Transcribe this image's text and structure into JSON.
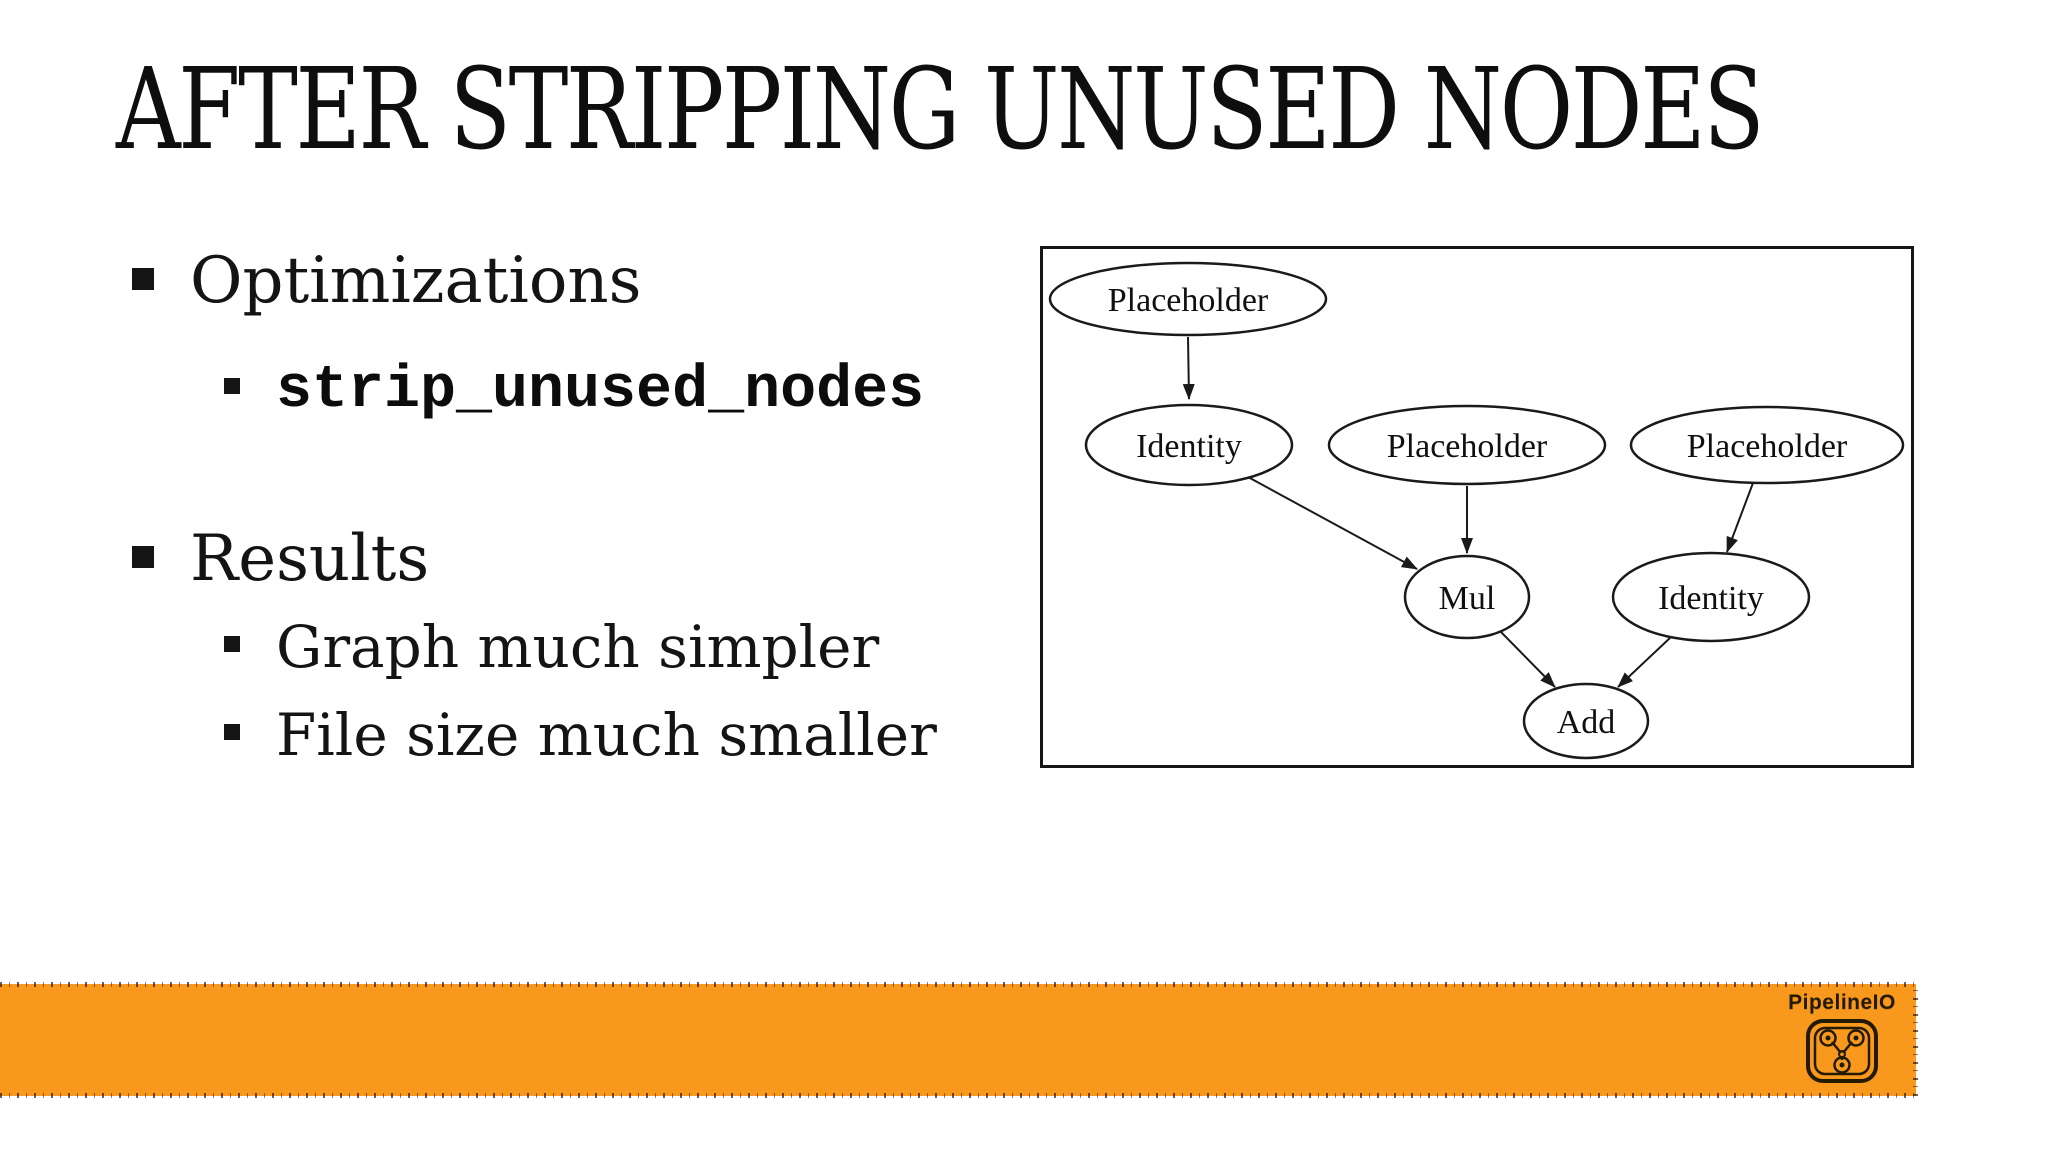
{
  "slide": {
    "title": "AFTER STRIPPING UNUSED NODES",
    "bullets": [
      {
        "level": 1,
        "style": "normal",
        "text": "Optimizations"
      },
      {
        "level": 2,
        "style": "code",
        "text": "strip_unused_nodes"
      },
      {
        "level": 1,
        "style": "normal",
        "text": "Results"
      },
      {
        "level": 2,
        "style": "normal",
        "text": "Graph much simpler"
      },
      {
        "level": 2,
        "style": "normal",
        "text": "File size much smaller"
      }
    ]
  },
  "diagram": {
    "nodes": [
      {
        "id": "placeholder1",
        "label": "Placeholder"
      },
      {
        "id": "identity1",
        "label": "Identity"
      },
      {
        "id": "placeholder2",
        "label": "Placeholder"
      },
      {
        "id": "placeholder3",
        "label": "Placeholder"
      },
      {
        "id": "mul",
        "label": "Mul"
      },
      {
        "id": "identity2",
        "label": "Identity"
      },
      {
        "id": "add",
        "label": "Add"
      }
    ],
    "edges": [
      {
        "from": "placeholder1",
        "to": "identity1"
      },
      {
        "from": "identity1",
        "to": "mul"
      },
      {
        "from": "placeholder2",
        "to": "mul"
      },
      {
        "from": "placeholder3",
        "to": "identity2"
      },
      {
        "from": "mul",
        "to": "add"
      },
      {
        "from": "identity2",
        "to": "add"
      }
    ]
  },
  "footer": {
    "brand": "PipelineIO"
  },
  "colors": {
    "accent_orange": "#F8991D",
    "ink": "#141414",
    "logo_ink": "#231a02"
  }
}
